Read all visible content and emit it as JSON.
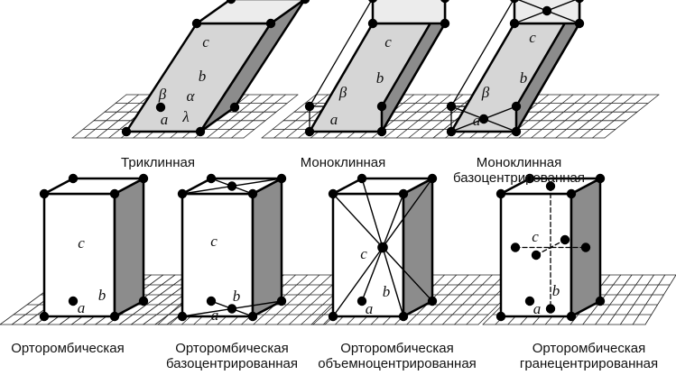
{
  "lattices": [
    {
      "id": "triclinic",
      "caption": [
        "Триклинная"
      ],
      "labels": {
        "a": "a",
        "b": "b",
        "c": "c",
        "beta": "β",
        "alpha": "α",
        "lambda": "λ"
      }
    },
    {
      "id": "monoclinic",
      "caption": [
        "Моноклинная"
      ],
      "labels": {
        "a": "a",
        "b": "b",
        "c": "c",
        "beta": "β"
      }
    },
    {
      "id": "monoclinic-base-centered",
      "caption": [
        "Моноклинная",
        "базоцентрированная"
      ],
      "labels": {
        "a": "a",
        "b": "b",
        "c": "c",
        "beta": "β"
      }
    },
    {
      "id": "orthorhombic",
      "caption": [
        "Орторомбическая"
      ],
      "labels": {
        "a": "a",
        "b": "b",
        "c": "c"
      }
    },
    {
      "id": "orthorhombic-base-centered",
      "caption": [
        "Орторомбическая",
        "базоцентрированная"
      ],
      "labels": {
        "a": "a",
        "b": "b",
        "c": "c"
      }
    },
    {
      "id": "orthorhombic-body-centered",
      "caption": [
        "Орторомбическая",
        "объемноцентрированная"
      ],
      "labels": {
        "a": "a",
        "b": "b",
        "c": "c"
      }
    },
    {
      "id": "orthorhombic-face-centered",
      "caption": [
        "Орторомбическая",
        "гранецентрированная"
      ],
      "labels": {
        "a": "a",
        "b": "b",
        "c": "c"
      }
    }
  ],
  "colors": {
    "side_face": "#8c8c8c",
    "front_face_slanted": "#d6d6d6",
    "top_face": "#ececec",
    "lines": "#000000",
    "atoms": "#000000"
  }
}
